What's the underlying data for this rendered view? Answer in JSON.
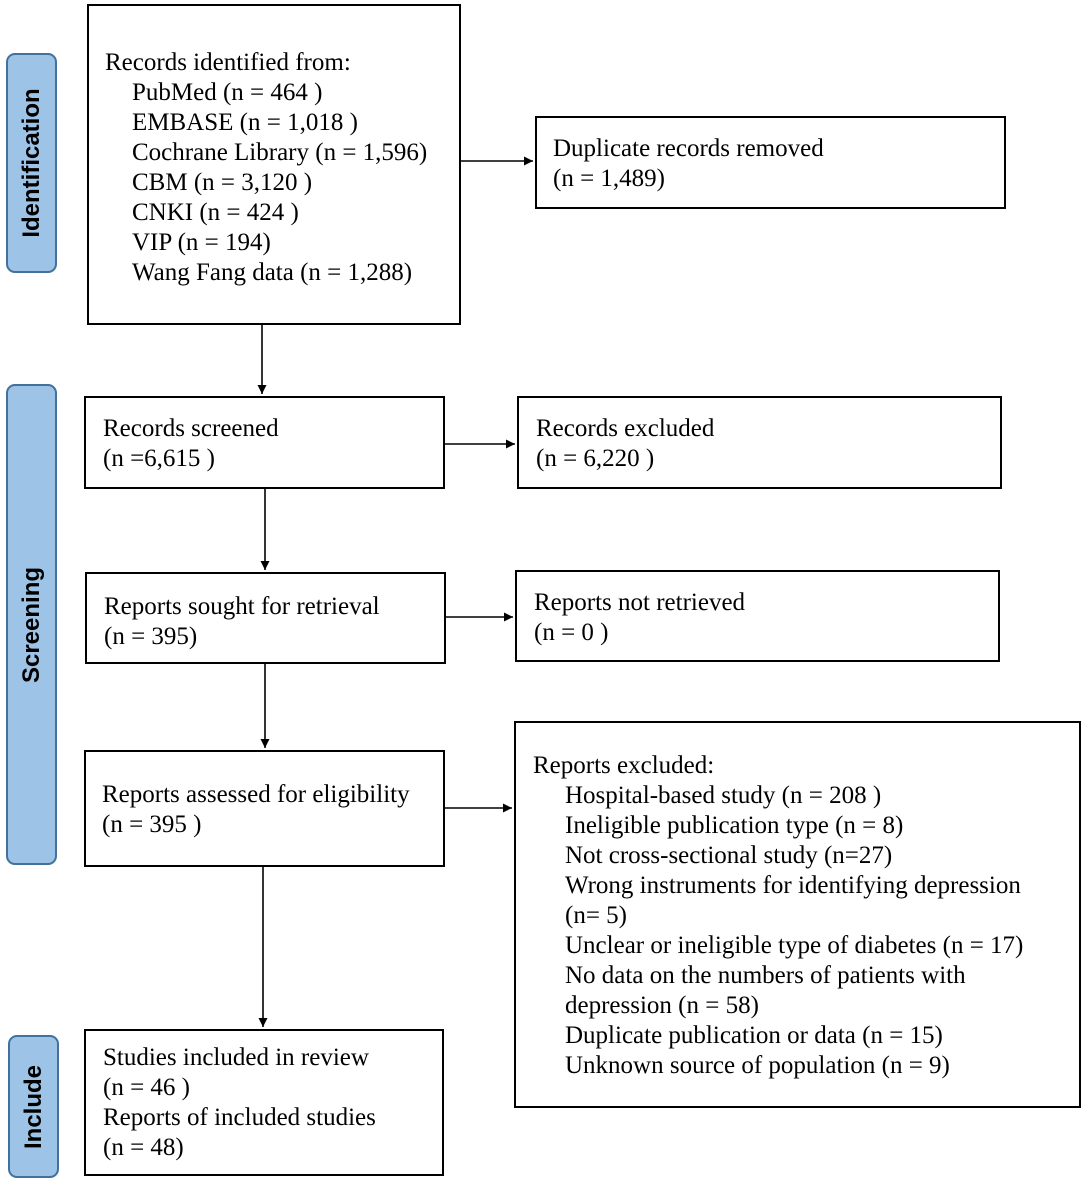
{
  "phases": {
    "identification": "Identification",
    "screening": "Screening",
    "include": "Include"
  },
  "identified": {
    "title": "Records identified from:",
    "sources": [
      "PubMed (n = 464 )",
      "EMBASE (n = 1,018 )",
      "Cochrane Library (n = 1,596)",
      "CBM (n = 3,120 )",
      "CNKI (n = 424 )",
      "VIP (n = 194)",
      "Wang Fang data (n = 1,288)"
    ]
  },
  "duplicates": {
    "line1": "Duplicate records removed",
    "line2": "(n = 1,489)"
  },
  "screened": {
    "line1": "Records screened",
    "line2": "(n =6,615 )"
  },
  "excluded_records": {
    "line1": "Records excluded",
    "line2": "(n = 6,220 )"
  },
  "sought": {
    "line1": "Reports sought for retrieval",
    "line2": "(n = 395)"
  },
  "not_retrieved": {
    "line1": "Reports not retrieved",
    "line2": "(n = 0 )"
  },
  "assessed": {
    "line1": "Reports assessed for eligibility",
    "line2": "(n = 395 )"
  },
  "reports_excluded": {
    "title": "Reports excluded:",
    "reasons": [
      "Hospital-based study (n = 208 )",
      "Ineligible publication type (n = 8)",
      "Not cross-sectional study (n=27)",
      "Wrong instruments for identifying depression",
      "(n= 5)",
      "Unclear or ineligible type of diabetes (n = 17)",
      "No data on the numbers of patients with",
      "depression (n = 58)",
      "Duplicate publication or data (n = 15)",
      "Unknown source of population (n = 9)"
    ]
  },
  "included": {
    "line1": "Studies included in review",
    "line2": "(n = 46 )",
    "line3": "Reports of included studies",
    "line4": "(n = 48)"
  },
  "colors": {
    "phase_fill": "#9dc3e6",
    "phase_border": "#41719c",
    "box_border": "#000000"
  }
}
